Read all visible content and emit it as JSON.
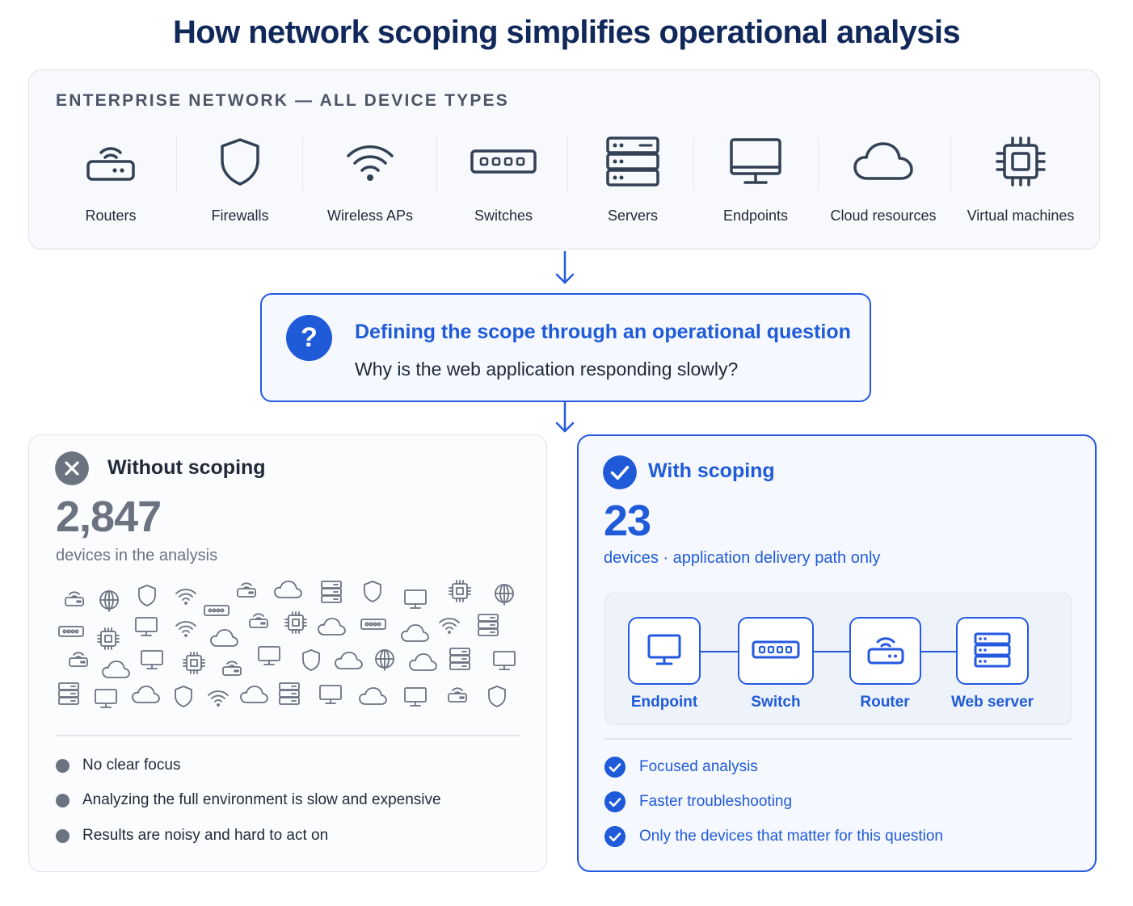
{
  "title": "How network scoping simplifies operational analysis",
  "enterprise": {
    "heading": "ENTERPRISE NETWORK — ALL DEVICE TYPES",
    "devices": [
      {
        "label": "Routers",
        "icon": "router-icon"
      },
      {
        "label": "Firewalls",
        "icon": "shield-icon"
      },
      {
        "label": "Wireless APs",
        "icon": "wifi-icon"
      },
      {
        "label": "Switches",
        "icon": "switch-icon"
      },
      {
        "label": "Servers",
        "icon": "server-icon"
      },
      {
        "label": "Endpoints",
        "icon": "monitor-icon"
      },
      {
        "label": "Cloud resources",
        "icon": "cloud-icon"
      },
      {
        "label": "Virtual machines",
        "icon": "chip-icon"
      }
    ]
  },
  "question": {
    "icon_text": "?",
    "title": "Defining the scope through an operational question",
    "text": "Why is the web application responding slowly?"
  },
  "without": {
    "icon": "x-icon",
    "heading": "Without scoping",
    "count": "2,847",
    "count_sub": "devices in the analysis",
    "bullets": [
      "No clear focus",
      "Analyzing the full environment is slow and expensive",
      "Results are noisy and hard to act on"
    ]
  },
  "with": {
    "icon": "check-icon",
    "heading": "With scoping",
    "count": "23",
    "count_sub": "devices · application delivery path only",
    "path": [
      {
        "label": "Endpoint",
        "icon": "monitor-icon"
      },
      {
        "label": "Switch",
        "icon": "switch-icon"
      },
      {
        "label": "Router",
        "icon": "router-icon"
      },
      {
        "label": "Web server",
        "icon": "server-icon"
      }
    ],
    "bullets": [
      "Focused analysis",
      "Faster troubleshooting",
      "Only the devices that matter for this question"
    ]
  },
  "colors": {
    "title": "#10285a",
    "accent": "#1f5bd9",
    "muted": "#6b7280",
    "icon_stroke": "#334155"
  }
}
